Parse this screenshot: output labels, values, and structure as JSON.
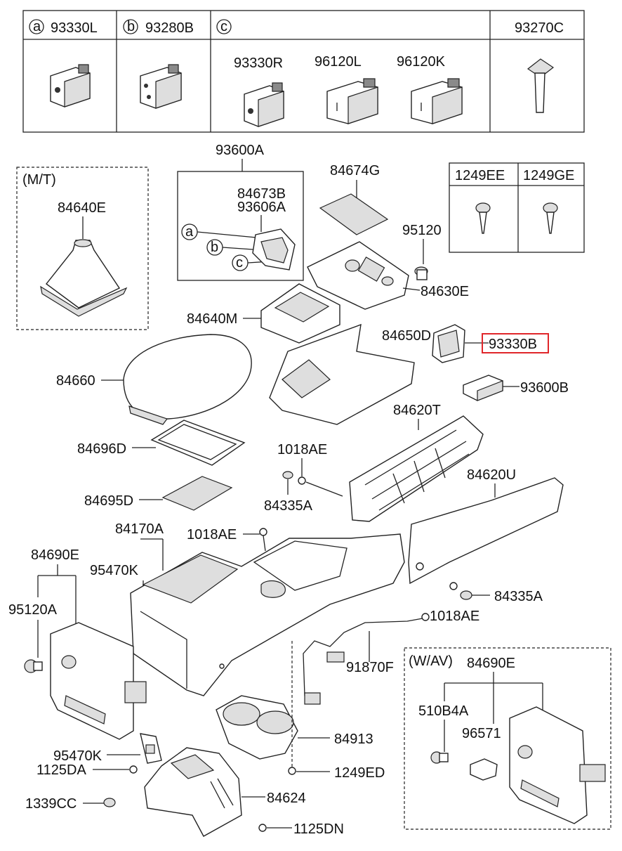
{
  "legend": {
    "a_letter": "a",
    "a_part": "93330L",
    "b_letter": "b",
    "b_part": "93280B",
    "c_letter": "c",
    "d_part": "93270C",
    "c_items": [
      "93330R",
      "96120L",
      "96120K"
    ]
  },
  "screws": [
    "1249EE",
    "1249GE"
  ],
  "sections": {
    "mt": "(M/T)",
    "wav": "(W/AV)"
  },
  "labels": {
    "p93600A": "93600A",
    "p84673B": "84673B",
    "p93606A": "93606A",
    "p84674G": "84674G",
    "p95120": "95120",
    "p84630E": "84630E",
    "p84640E": "84640E",
    "p84640M": "84640M",
    "p84650D": "84650D",
    "p93330B": "93330B",
    "p93600B": "93600B",
    "p84660": "84660",
    "p84620T": "84620T",
    "p84696D": "84696D",
    "p1018AE_a": "1018AE",
    "p84695D": "84695D",
    "p84335A_a": "84335A",
    "p84620U": "84620U",
    "p84170A": "84170A",
    "p1018AE_b": "1018AE",
    "p84690E_a": "84690E",
    "p95470K_a": "95470K",
    "p84335A_b": "84335A",
    "p95120A": "95120A",
    "p1018AE_c": "1018AE",
    "p91870F": "91870F",
    "p84690E_b": "84690E",
    "p510B4A": "510B4A",
    "p96571": "96571",
    "p84913": "84913",
    "p95470K_b": "95470K",
    "p1125DA": "1125DA",
    "p1249ED": "1249ED",
    "p84624": "84624",
    "p1339CC": "1339CC",
    "p1125DN": "1125DN"
  },
  "callouts": {
    "a": "a",
    "b": "b",
    "c": "c"
  },
  "highlight_color": "#e0262a"
}
